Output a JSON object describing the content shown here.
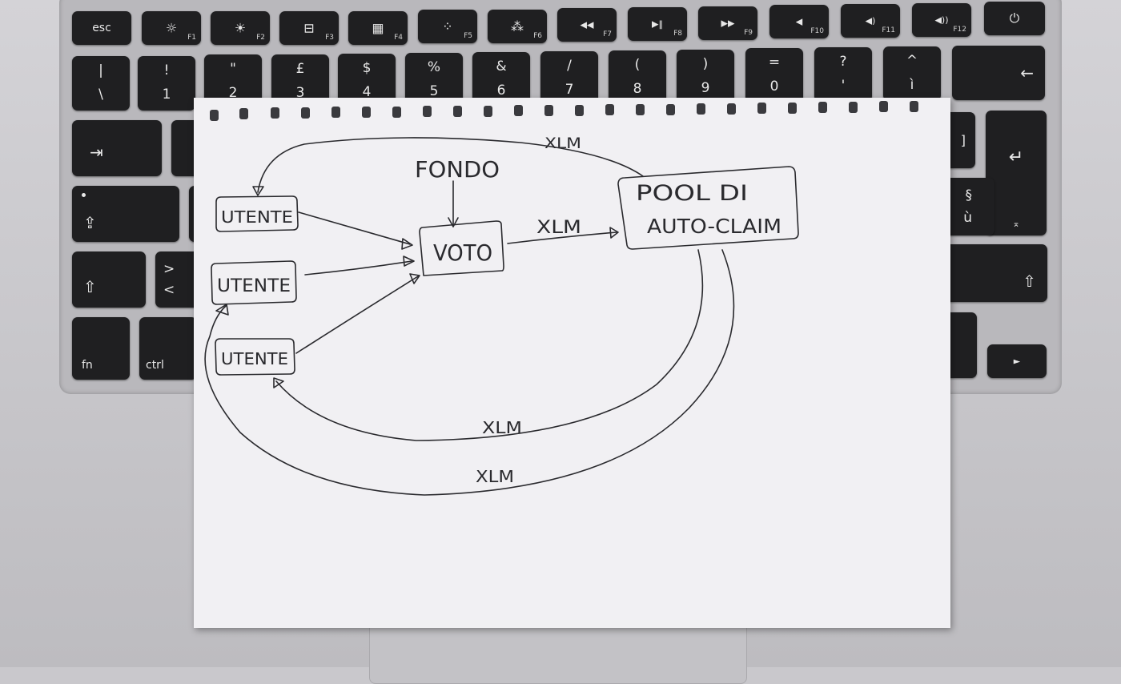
{
  "keyboard": {
    "fn_row": [
      {
        "main": "esc",
        "sub": ""
      },
      {
        "main": "☼",
        "sub": "F1"
      },
      {
        "main": "☀",
        "sub": "F2"
      },
      {
        "main": "⊟",
        "sub": "F3"
      },
      {
        "main": "▦",
        "sub": "F4"
      },
      {
        "main": "⁘",
        "sub": "F5"
      },
      {
        "main": "⁂",
        "sub": "F6"
      },
      {
        "main": "◀◀",
        "sub": "F7"
      },
      {
        "main": "▶‖",
        "sub": "F8"
      },
      {
        "main": "▶▶",
        "sub": "F9"
      },
      {
        "main": "◀",
        "sub": "F10"
      },
      {
        "main": "◀)",
        "sub": "F11"
      },
      {
        "main": "◀))",
        "sub": "F12"
      },
      {
        "main": "⏻",
        "sub": ""
      }
    ],
    "number_row": [
      {
        "top": "|",
        "bottom": "\\"
      },
      {
        "top": "!",
        "bottom": "1"
      },
      {
        "top": "\"",
        "bottom": "2"
      },
      {
        "top": "£",
        "bottom": "3"
      },
      {
        "top": "$",
        "bottom": "4"
      },
      {
        "top": "%",
        "bottom": "5"
      },
      {
        "top": "&",
        "bottom": "6"
      },
      {
        "top": "/",
        "bottom": "7"
      },
      {
        "top": "(",
        "bottom": "8"
      },
      {
        "top": ")",
        "bottom": "9"
      },
      {
        "top": "=",
        "bottom": "0"
      },
      {
        "top": "?",
        "bottom": "'"
      },
      {
        "top": "^",
        "bottom": "ì"
      },
      {
        "top": "←",
        "bottom": ""
      }
    ],
    "tab": "⇥",
    "caps": "⇪",
    "shift_left": "⇧",
    "angle": {
      "top": ">",
      "bottom": "<"
    },
    "fn": "fn",
    "ctrl": "ctrl",
    "bracket": "]",
    "return": "↵",
    "section": {
      "top": "§",
      "bottom": "ù"
    },
    "shift_right": "⇧",
    "arrow_right": "►",
    "enter_sub": "⌅"
  },
  "diagram": {
    "fondo": "FONDO",
    "voto": "VOTO",
    "pool_line1": "POOL DI",
    "pool_line2": "AUTO-CLAIM",
    "utente_1": "UTENTE",
    "utente_2": "UTENTE",
    "utente_3": "UTENTE",
    "xlm_top": "XLM",
    "xlm_vote_pool": "XLM",
    "xlm_inner": "XLM",
    "xlm_outer": "XLM"
  }
}
